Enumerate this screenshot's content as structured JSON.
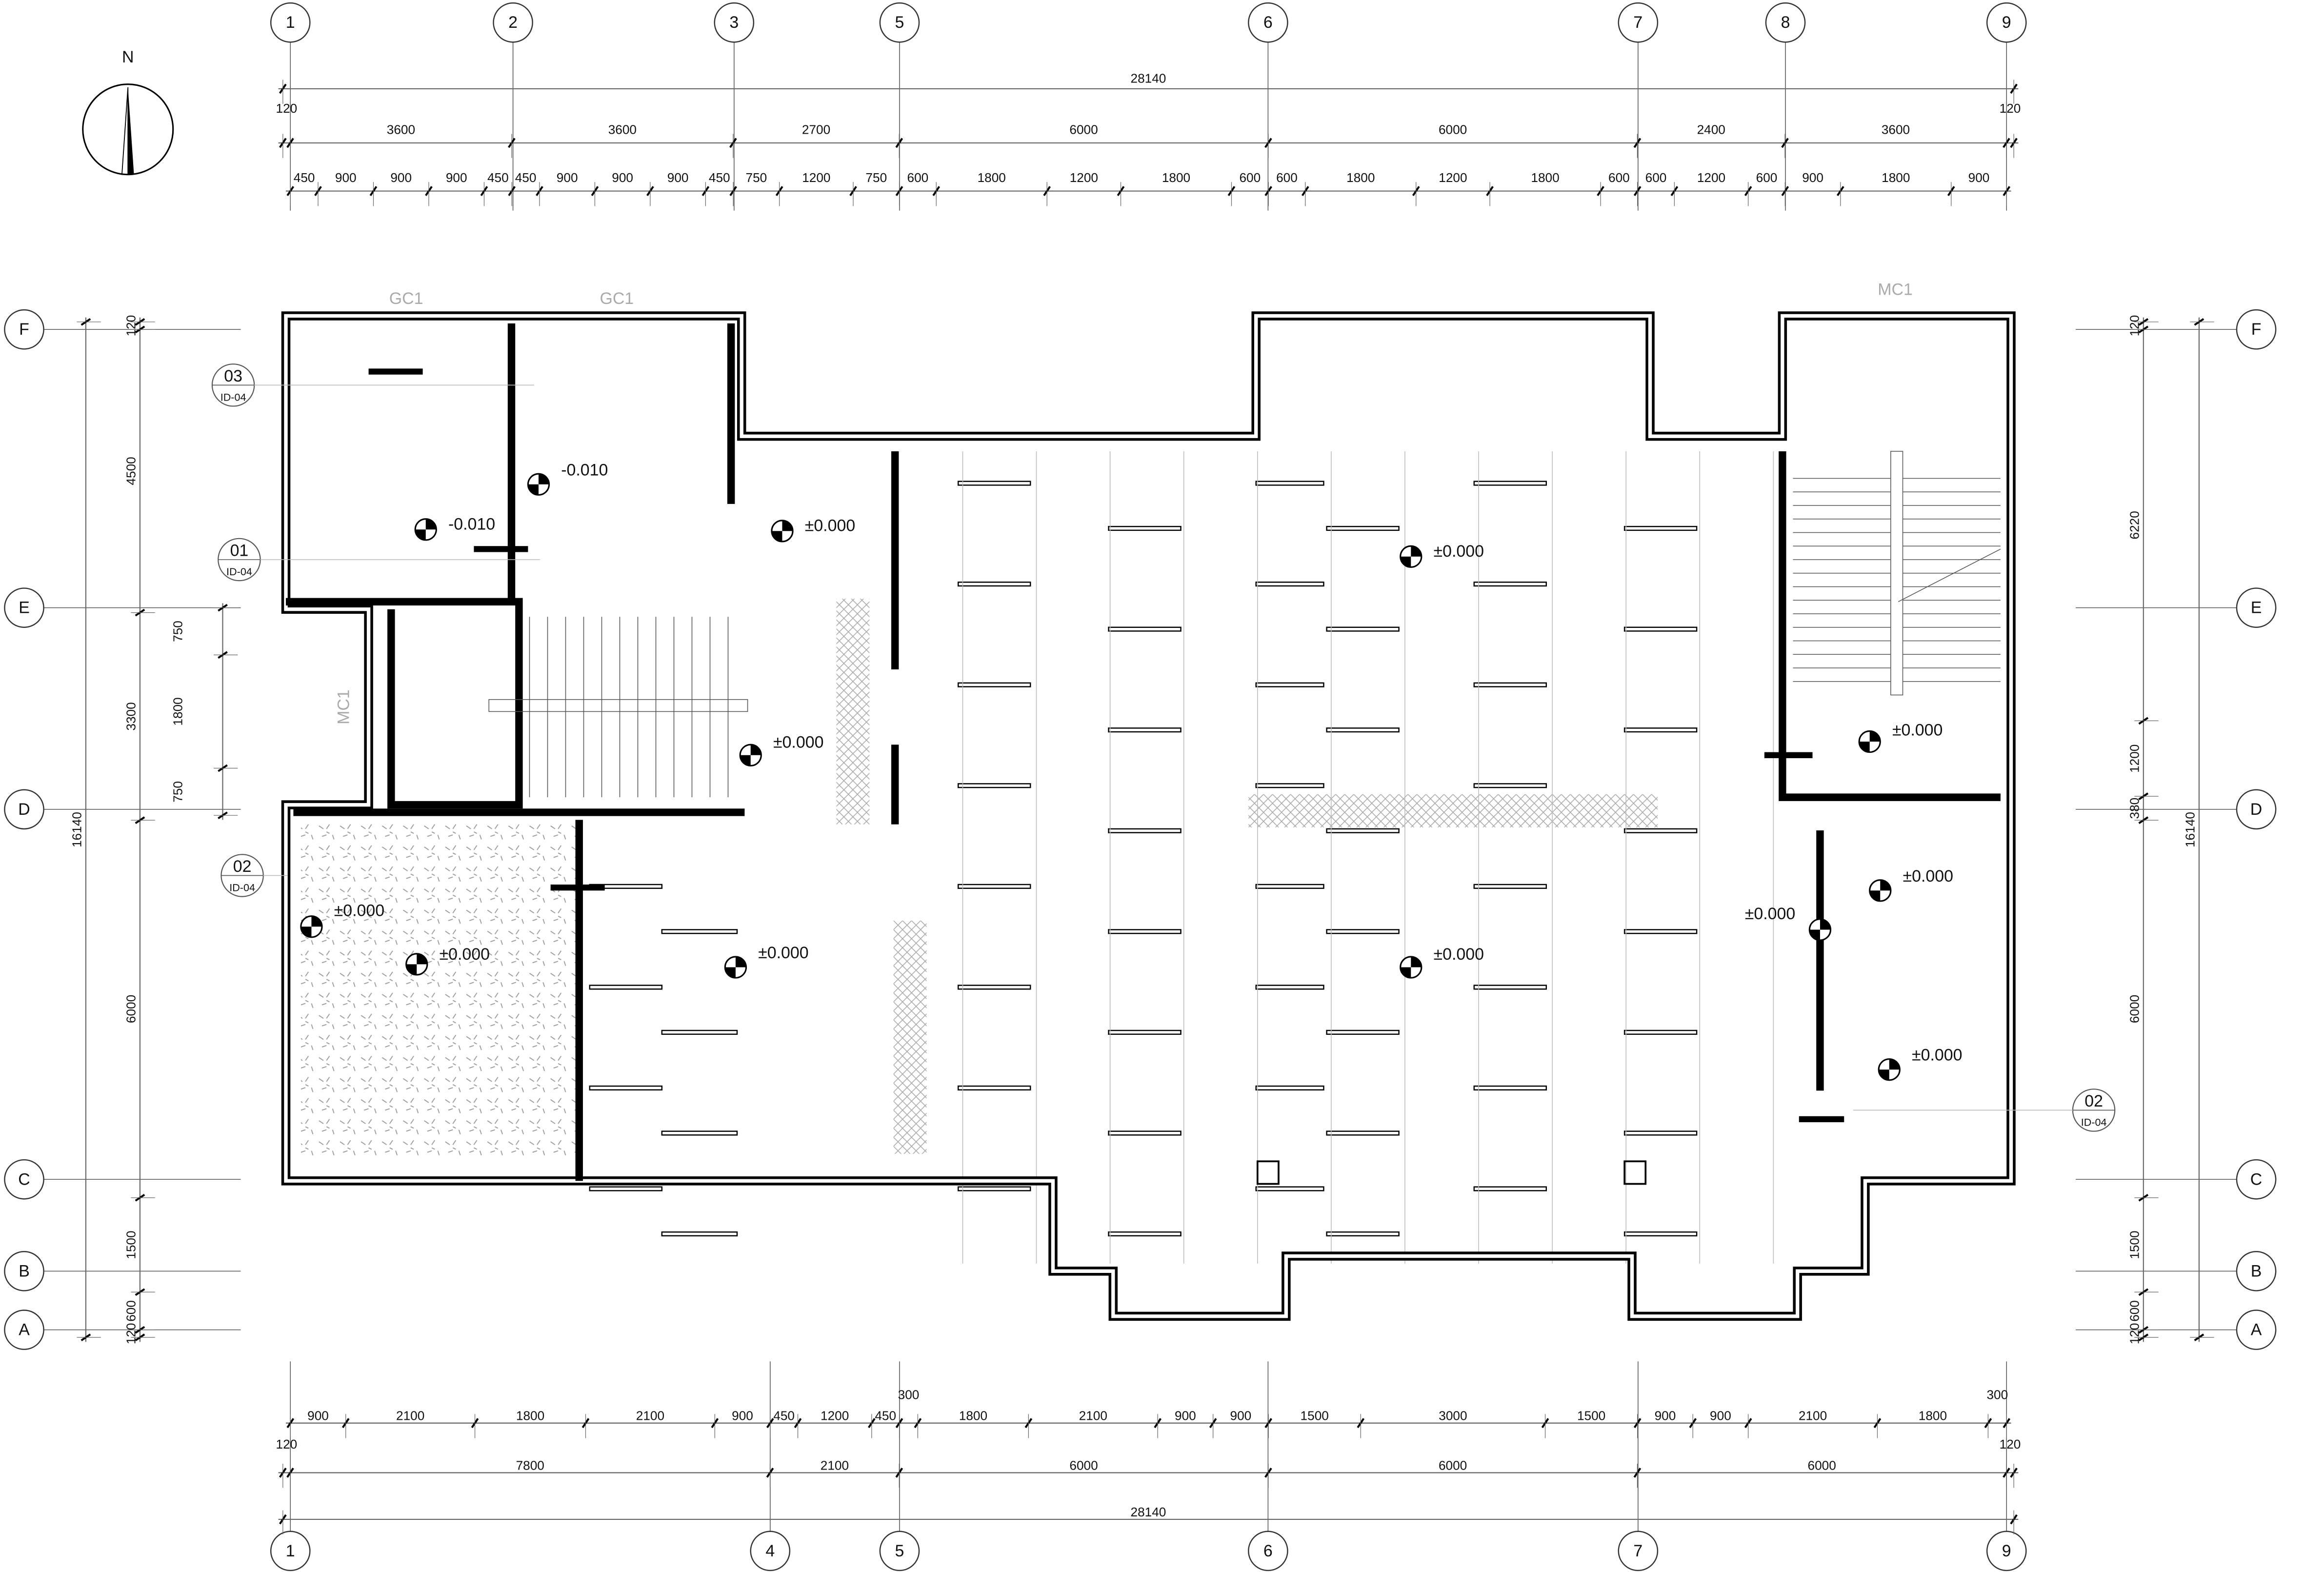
{
  "north": {
    "label": "N"
  },
  "grid": {
    "top_columns": [
      "1",
      "2",
      "3",
      "5",
      "6",
      "7",
      "8",
      "9"
    ],
    "bottom_columns": [
      "1",
      "4",
      "5",
      "6",
      "7",
      "9"
    ],
    "rows": [
      "F",
      "E",
      "D",
      "C",
      "B",
      "A"
    ]
  },
  "dimensions": {
    "top_total": [
      28140
    ],
    "top_axes": [
      120,
      3600,
      3600,
      2700,
      6000,
      6000,
      2400,
      3600,
      120
    ],
    "top_detail": [
      450,
      900,
      900,
      900,
      450,
      450,
      900,
      900,
      900,
      450,
      750,
      1200,
      750,
      600,
      1800,
      1200,
      1800,
      600,
      600,
      1800,
      1200,
      1800,
      600,
      600,
      1200,
      600,
      900,
      1800,
      900
    ],
    "bottom_detail": [
      900,
      2100,
      1800,
      2100,
      900,
      450,
      1200,
      450,
      300,
      1800,
      2100,
      900,
      900,
      1500,
      3000,
      1500,
      900,
      900,
      2100,
      1800,
      300
    ],
    "bottom_axes": [
      120,
      7800,
      2100,
      6000,
      6000,
      6000,
      120
    ],
    "bottom_total": [
      28140
    ],
    "left_axes": [
      120,
      4500,
      3300,
      6000,
      1500,
      600,
      120
    ],
    "left_detail": [
      750,
      1800,
      750
    ],
    "left_total": [
      16140
    ],
    "right_axes": [
      120,
      6220,
      1200,
      380,
      6000,
      1500,
      600,
      120
    ],
    "right_total": [
      16140
    ]
  },
  "window_tags": [
    "GC1",
    "GC1",
    "MC1",
    "MC1"
  ],
  "elevations": [
    "±0.000",
    "±0.000",
    "-0.010",
    "-0.010",
    "±0.000",
    "±0.000",
    "±0.000",
    "±0.000",
    "±0.000",
    "±0.000",
    "±0.000",
    "±0.000",
    "±0.000"
  ],
  "section_markers": [
    {
      "num": "03",
      "ref": "ID-04"
    },
    {
      "num": "01",
      "ref": "ID-04"
    },
    {
      "num": "02",
      "ref": "ID-04"
    },
    {
      "num": "02",
      "ref": "ID-04"
    }
  ]
}
